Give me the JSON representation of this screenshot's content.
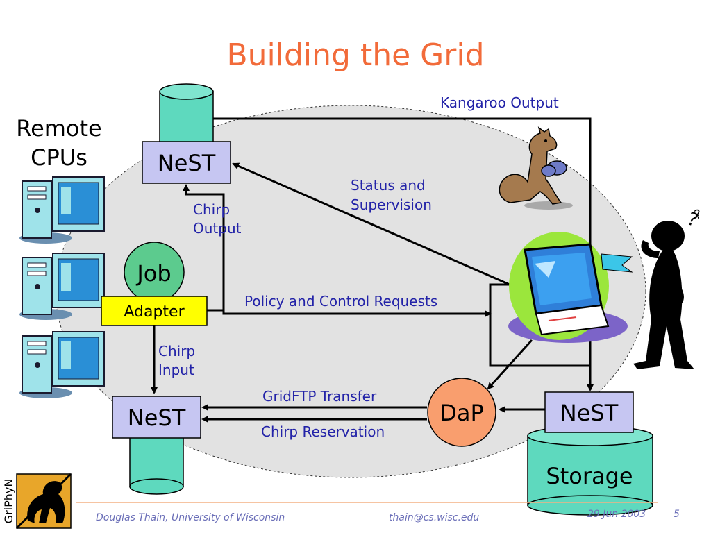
{
  "slide": {
    "title": "Building the Grid",
    "remote_cpus": [
      "Remote",
      "CPUs"
    ],
    "nodes": {
      "nest_top": "NeST",
      "nest_bottom": "NeST",
      "nest_right": "NeST",
      "job": "Job",
      "adapter": "Adapter",
      "dap": "DaP",
      "storage": "Storage"
    },
    "edge_labels": {
      "kangaroo_output": "Kangaroo Output",
      "status_supervision": [
        "Status and",
        "Supervision"
      ],
      "chirp_output": [
        "Chirp",
        "Output"
      ],
      "policy_control": "Policy and Control Requests",
      "chirp_input": [
        "Chirp",
        "Input"
      ],
      "gridftp_transfer": "GridFTP Transfer",
      "chirp_reservation": "Chirp Reservation"
    },
    "logo_text": "GriPhyN"
  },
  "footer": {
    "author": "Douglas Thain, University of Wisconsin",
    "email": "thain@cs.wisc.edu",
    "date": "29 Jun 2003",
    "page": "5"
  },
  "colors": {
    "title": "#F26B3A",
    "label_text": "#2323A8",
    "nest_box": "#C6C6F2",
    "cylinder": "#5ED9BE",
    "job_circle": "#5CCB8E",
    "adapter_box": "#FFFF00",
    "dap_circle": "#F99E6E",
    "ellipse_fill": "#E2E2E2",
    "footer_text": "#6B6FB8",
    "footer_line": "#F4B183"
  },
  "icons": [
    "server-computer-icon",
    "kangaroo-icon",
    "monitor-computer-icon",
    "thinking-person-icon",
    "griphyn-logo-icon"
  ]
}
